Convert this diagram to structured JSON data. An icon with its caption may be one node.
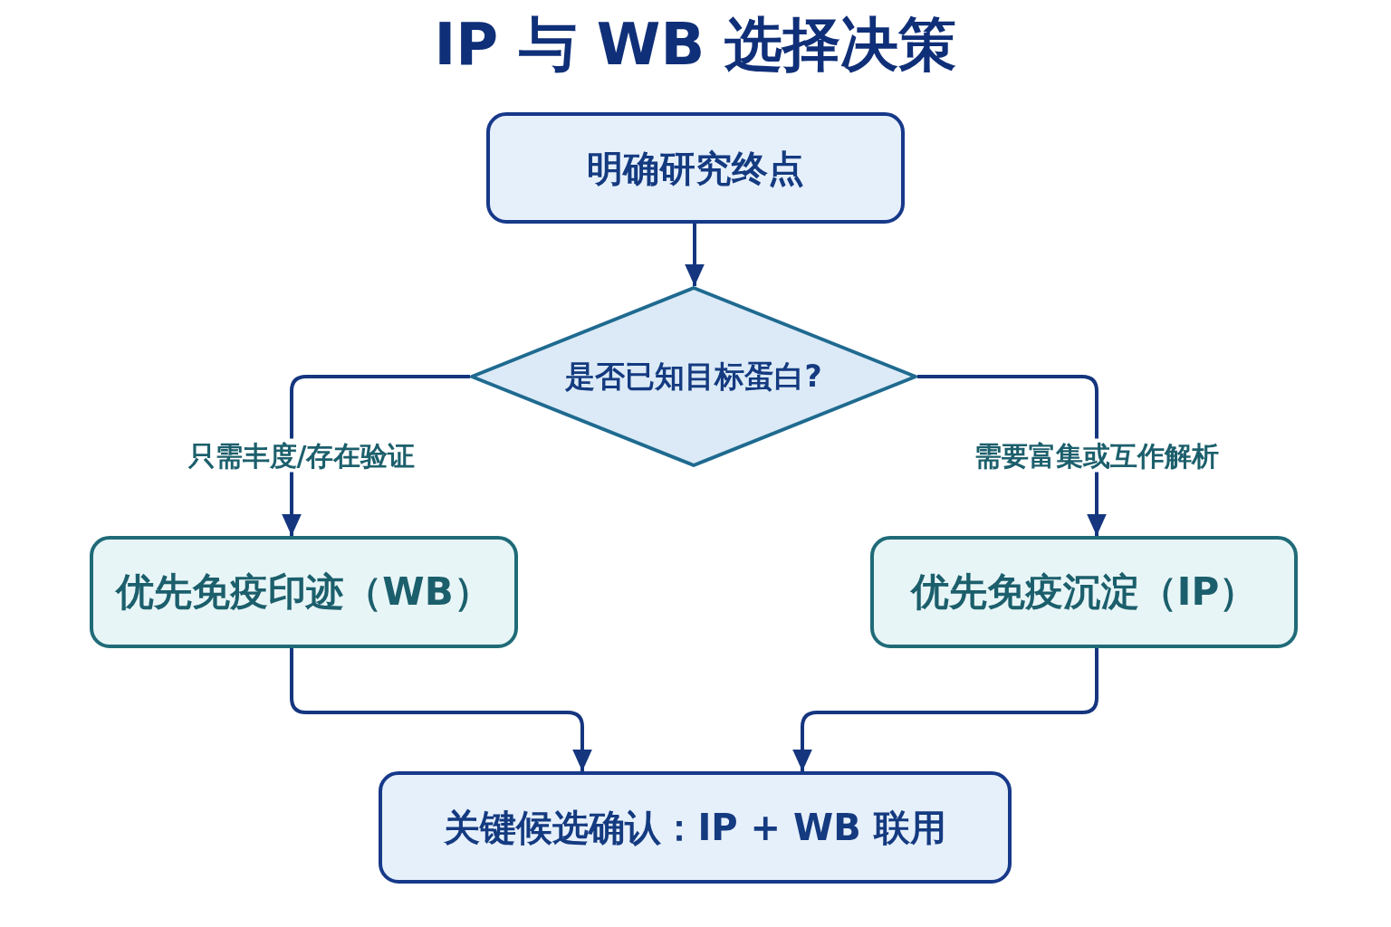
{
  "diagram": {
    "title": "IP 与 WB 选择决策",
    "nodes": [
      {
        "text": [
          "明确研究终点"
        ]
      },
      {
        "text": [
          "是否已知目标蛋白?"
        ]
      },
      {
        "text": [
          "优先免疫印迹（WB）"
        ]
      },
      {
        "text": [
          "优先免疫沉淀（IP）"
        ]
      },
      {
        "text": [
          "关键候选确认：IP + WB 联用"
        ]
      }
    ],
    "edges": [
      {
        "from": 0,
        "to": 1,
        "arrow": "to"
      },
      {
        "from": 1,
        "to": 2,
        "arrow": "to",
        "label": "只需丰度/存在验证"
      },
      {
        "from": 1,
        "to": 3,
        "arrow": "to",
        "label": "需要富集或互作解析"
      },
      {
        "from": 2,
        "to": 4,
        "arrow": "to"
      },
      {
        "from": 3,
        "to": 4,
        "arrow": "to"
      }
    ]
  }
}
